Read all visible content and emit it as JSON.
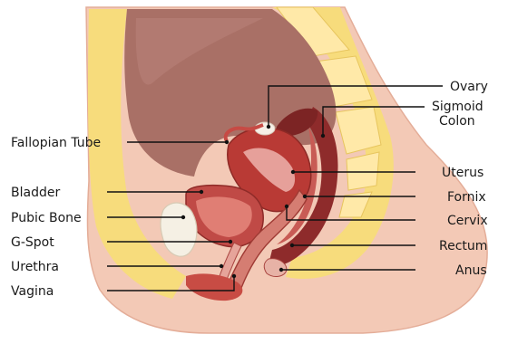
{
  "labels": {
    "ovary": "Ovary",
    "sigmoid_colon_line1": "Sigmoid",
    "sigmoid_colon_line2": "Colon",
    "fallopian_tube": "Fallopian Tube",
    "uterus": "Uterus",
    "bladder": "Bladder",
    "fornix": "Fornix",
    "pubic_bone": "Pubic Bone",
    "cervix": "Cervix",
    "g_spot": "G-Spot",
    "rectum": "Rectum",
    "urethra": "Urethra",
    "anus": "Anus",
    "vagina": "Vagina"
  },
  "colors": {
    "skin": "#f2c4b0",
    "fat": "#f6d97a",
    "cavity": "#a86f68",
    "tissue": "#c0392b",
    "bone": "#f4efe4"
  }
}
